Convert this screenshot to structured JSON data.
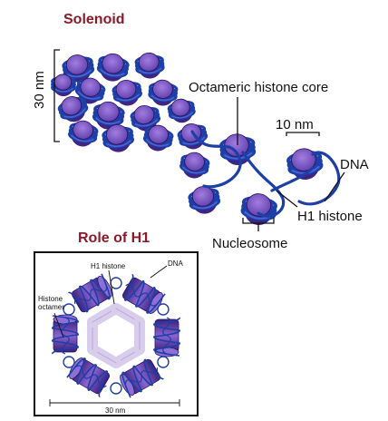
{
  "solenoid": {
    "title": "Solenoid",
    "scale_label": "30 nm",
    "labels": {
      "octameric_core": "Octameric histone core",
      "ten_nm": "10 nm",
      "dna": "DNA",
      "h1_histone": "H1 histone",
      "nucleosome": "Nucleosome"
    }
  },
  "role_of_h1": {
    "title": "Role of H1",
    "labels": {
      "h1_histone": "H1 histone",
      "dna": "DNA",
      "histone_octamer_line1": "Histone",
      "histone_octamer_line2": "octamer",
      "scale": "30 nm"
    }
  },
  "colors": {
    "title_red": "#8b1a2a",
    "dna_blue": "#1d3fa8",
    "histone_purple": "#7e57c2",
    "h1_lavender": "#d9cdec"
  }
}
